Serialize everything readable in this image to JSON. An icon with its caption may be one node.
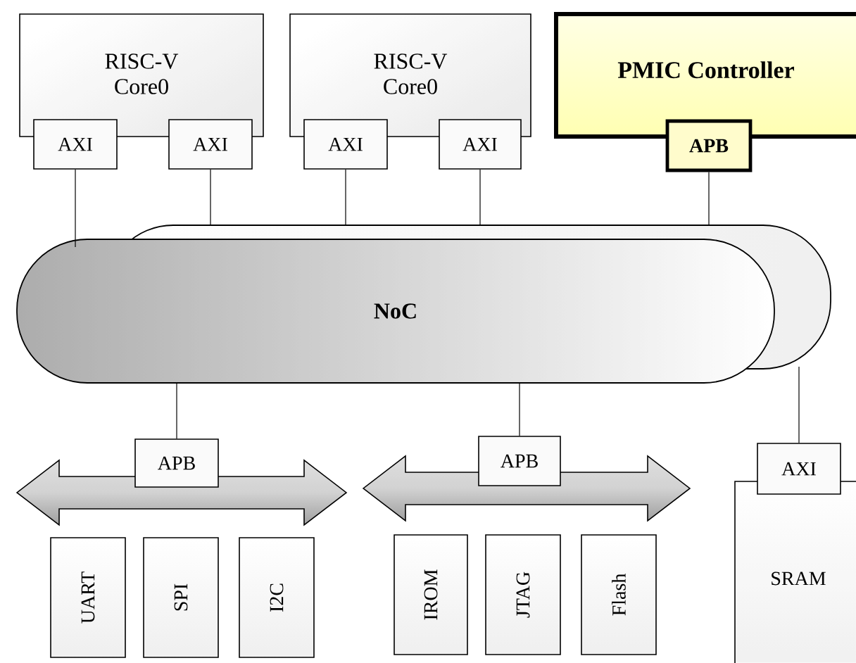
{
  "diagram": {
    "nodes": [
      {
        "text": [
          "RISC-V Core0"
        ]
      },
      {
        "text": [
          "AXI"
        ]
      },
      {
        "text": [
          "AXI"
        ]
      },
      {
        "text": [
          "RISC-V Core0"
        ]
      },
      {
        "text": [
          "AXI"
        ]
      },
      {
        "text": [
          "AXI"
        ]
      },
      {
        "text": [
          "PMIC Controller"
        ]
      },
      {
        "text": [
          "APB"
        ]
      },
      {
        "text": [
          "NoC"
        ]
      },
      {
        "text": [
          "APB"
        ]
      },
      {
        "text": [
          "UART"
        ]
      },
      {
        "text": [
          "SPI"
        ]
      },
      {
        "text": [
          "I2C"
        ]
      },
      {
        "text": [
          "APB"
        ]
      },
      {
        "text": [
          "IROM"
        ]
      },
      {
        "text": [
          "JTAG"
        ]
      },
      {
        "text": [
          "Flash"
        ]
      },
      {
        "text": [
          "SRAM"
        ]
      },
      {
        "text": [
          "AXI"
        ]
      }
    ],
    "edges": [
      {
        "from": 1,
        "to": 8,
        "arrow": "none"
      },
      {
        "from": 2,
        "to": 8,
        "arrow": "none"
      },
      {
        "from": 4,
        "to": 8,
        "arrow": "none"
      },
      {
        "from": 5,
        "to": 8,
        "arrow": "none"
      },
      {
        "from": 7,
        "to": 8,
        "arrow": "none"
      },
      {
        "from": 8,
        "to": 9,
        "arrow": "none"
      },
      {
        "from": 8,
        "to": 13,
        "arrow": "none"
      },
      {
        "from": 8,
        "to": 18,
        "arrow": "none"
      }
    ]
  }
}
